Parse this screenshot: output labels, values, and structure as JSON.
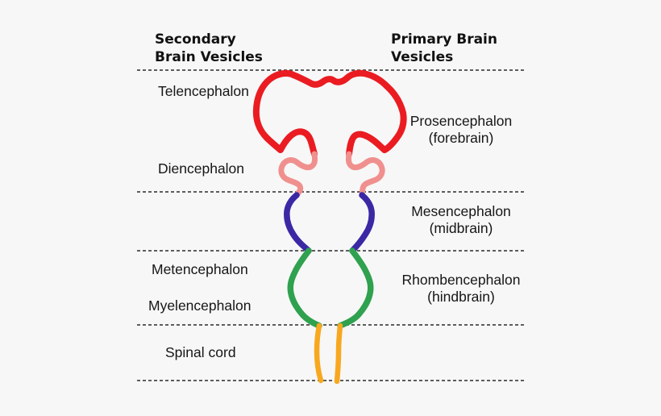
{
  "headers": {
    "secondary": {
      "line1": "Secondary",
      "line2": "Brain Vesicles"
    },
    "primary": {
      "line1": "Primary Brain",
      "line2": "Vesicles"
    }
  },
  "secondary_vesicles": {
    "telencephalon": "Telencephalon",
    "diencephalon": "Diencephalon",
    "metencephalon": "Metencephalon",
    "myelencephalon": "Myelencephalon",
    "spinal_cord": "Spinal cord"
  },
  "primary_vesicles": {
    "prosencephalon": {
      "name": "Prosencephalon",
      "common_name": "(forebrain)"
    },
    "mesencephalon": {
      "name": "Mesencephalon",
      "common_name": "(midbrain)"
    },
    "rhombencephalon": {
      "name": "Rhombencephalon",
      "common_name": "(hindbrain)"
    }
  },
  "colors": {
    "telencephalon": "#EA1C22",
    "diencephalon": "#F0908E",
    "mesencephalon": "#3A28A4",
    "rhombencephalon": "#2FA14F",
    "spinal_cord": "#F8A81F",
    "background": "#F7F7F7",
    "text": "#161616",
    "divider": "#2A2A2A"
  }
}
